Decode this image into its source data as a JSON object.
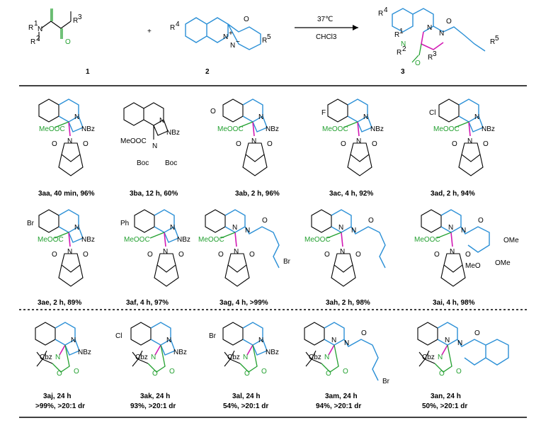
{
  "scheme": {
    "reagent1": {
      "number": "1",
      "labels": [
        "R",
        "1",
        "N",
        "R",
        "2",
        "O",
        "R",
        "3"
      ]
    },
    "plus": "+",
    "reagent2": {
      "number": "2",
      "labels": [
        "R",
        "4",
        "N",
        "+",
        "N",
        "−",
        "O",
        "R",
        "5"
      ]
    },
    "conditions": {
      "temperature": "37℃",
      "solvent": "CHCl3"
    },
    "product": {
      "number": "3",
      "labels": [
        "R",
        "4",
        "N",
        "N",
        "O",
        "R",
        "1",
        "N",
        "R",
        "2",
        "O",
        "R",
        "3",
        "R",
        "5"
      ]
    }
  },
  "row1": [
    {
      "code": "3aa",
      "caption": "3aa, 40 min, 96%",
      "labels": [
        "N",
        "NBz",
        "MeOOC",
        "O",
        "N",
        "O"
      ]
    },
    {
      "code": "3ba",
      "caption": "3ba, 12 h, 60%",
      "labels": [
        "N",
        "NBz",
        "MeOOC",
        "N",
        "Boc",
        "Boc"
      ]
    },
    {
      "code": "3ab",
      "caption": "3ab, 2 h, 96%",
      "labels": [
        "O",
        "N",
        "NBz",
        "MeOOC",
        "O",
        "N",
        "O"
      ]
    },
    {
      "code": "3ac",
      "caption": "3ac, 4 h, 92%",
      "labels": [
        "F",
        "N",
        "NBz",
        "MeOOC",
        "O",
        "N",
        "O"
      ]
    },
    {
      "code": "3ad",
      "caption": "3ad, 2 h, 94%",
      "labels": [
        "Cl",
        "N",
        "NBz",
        "MeOOC",
        "O",
        "N",
        "O"
      ]
    }
  ],
  "row2": [
    {
      "code": "3ae",
      "caption": "3ae, 2 h, 89%",
      "labels": [
        "Br",
        "N",
        "NBz",
        "MeOOC",
        "O",
        "N",
        "O"
      ]
    },
    {
      "code": "3af",
      "caption": "3af, 4 h, 97%",
      "labels": [
        "Ph",
        "N",
        "NBz",
        "MeOOC",
        "O",
        "N",
        "O"
      ]
    },
    {
      "code": "3ag",
      "caption": "3ag, 4 h, >99%",
      "labels": [
        "N",
        "N",
        "O",
        "MeOOC",
        "O",
        "N",
        "O",
        "Br"
      ]
    },
    {
      "code": "3ah",
      "caption": "3ah, 2 h, 98%",
      "labels": [
        "N",
        "N",
        "O",
        "MeOOC",
        "O",
        "N",
        "O"
      ]
    },
    {
      "code": "3ai",
      "caption": "3ai, 4 h, 98%",
      "labels": [
        "N",
        "N",
        "O",
        "OMe",
        "MeOOC",
        "O",
        "N",
        "O",
        "MeO",
        "OMe"
      ]
    }
  ],
  "row3": [
    {
      "code": "3aj",
      "caption1": "3aj, 24 h",
      "caption2": ">99%, >20:1 dr",
      "labels": [
        "N",
        "NBz",
        "Cbz",
        "N",
        "O",
        "O"
      ]
    },
    {
      "code": "3ak",
      "caption1": "3ak, 24 h",
      "caption2": "93%, >20:1 dr",
      "labels": [
        "Cl",
        "N",
        "NBz",
        "Cbz",
        "N",
        "O",
        "O"
      ]
    },
    {
      "code": "3al",
      "caption1": "3al, 24 h",
      "caption2": "54%, >20:1 dr",
      "labels": [
        "Br",
        "N",
        "NBz",
        "Cbz",
        "N",
        "O",
        "O"
      ]
    },
    {
      "code": "3am",
      "caption1": "3am, 24 h",
      "caption2": "94%, >20:1 dr",
      "labels": [
        "N",
        "N",
        "O",
        "Cbz",
        "N",
        "O",
        "O",
        "Br"
      ]
    },
    {
      "code": "3an",
      "caption1": "3an, 24 h",
      "caption2": "50%, >20:1 dr",
      "labels": [
        "N",
        "N",
        "O",
        "Cbz",
        "N",
        "O",
        "O"
      ]
    }
  ],
  "colors": {
    "core": "#2a8fd6",
    "new_bond": "#d21bb4",
    "ester_group": "#23a030",
    "text": "#000000"
  }
}
